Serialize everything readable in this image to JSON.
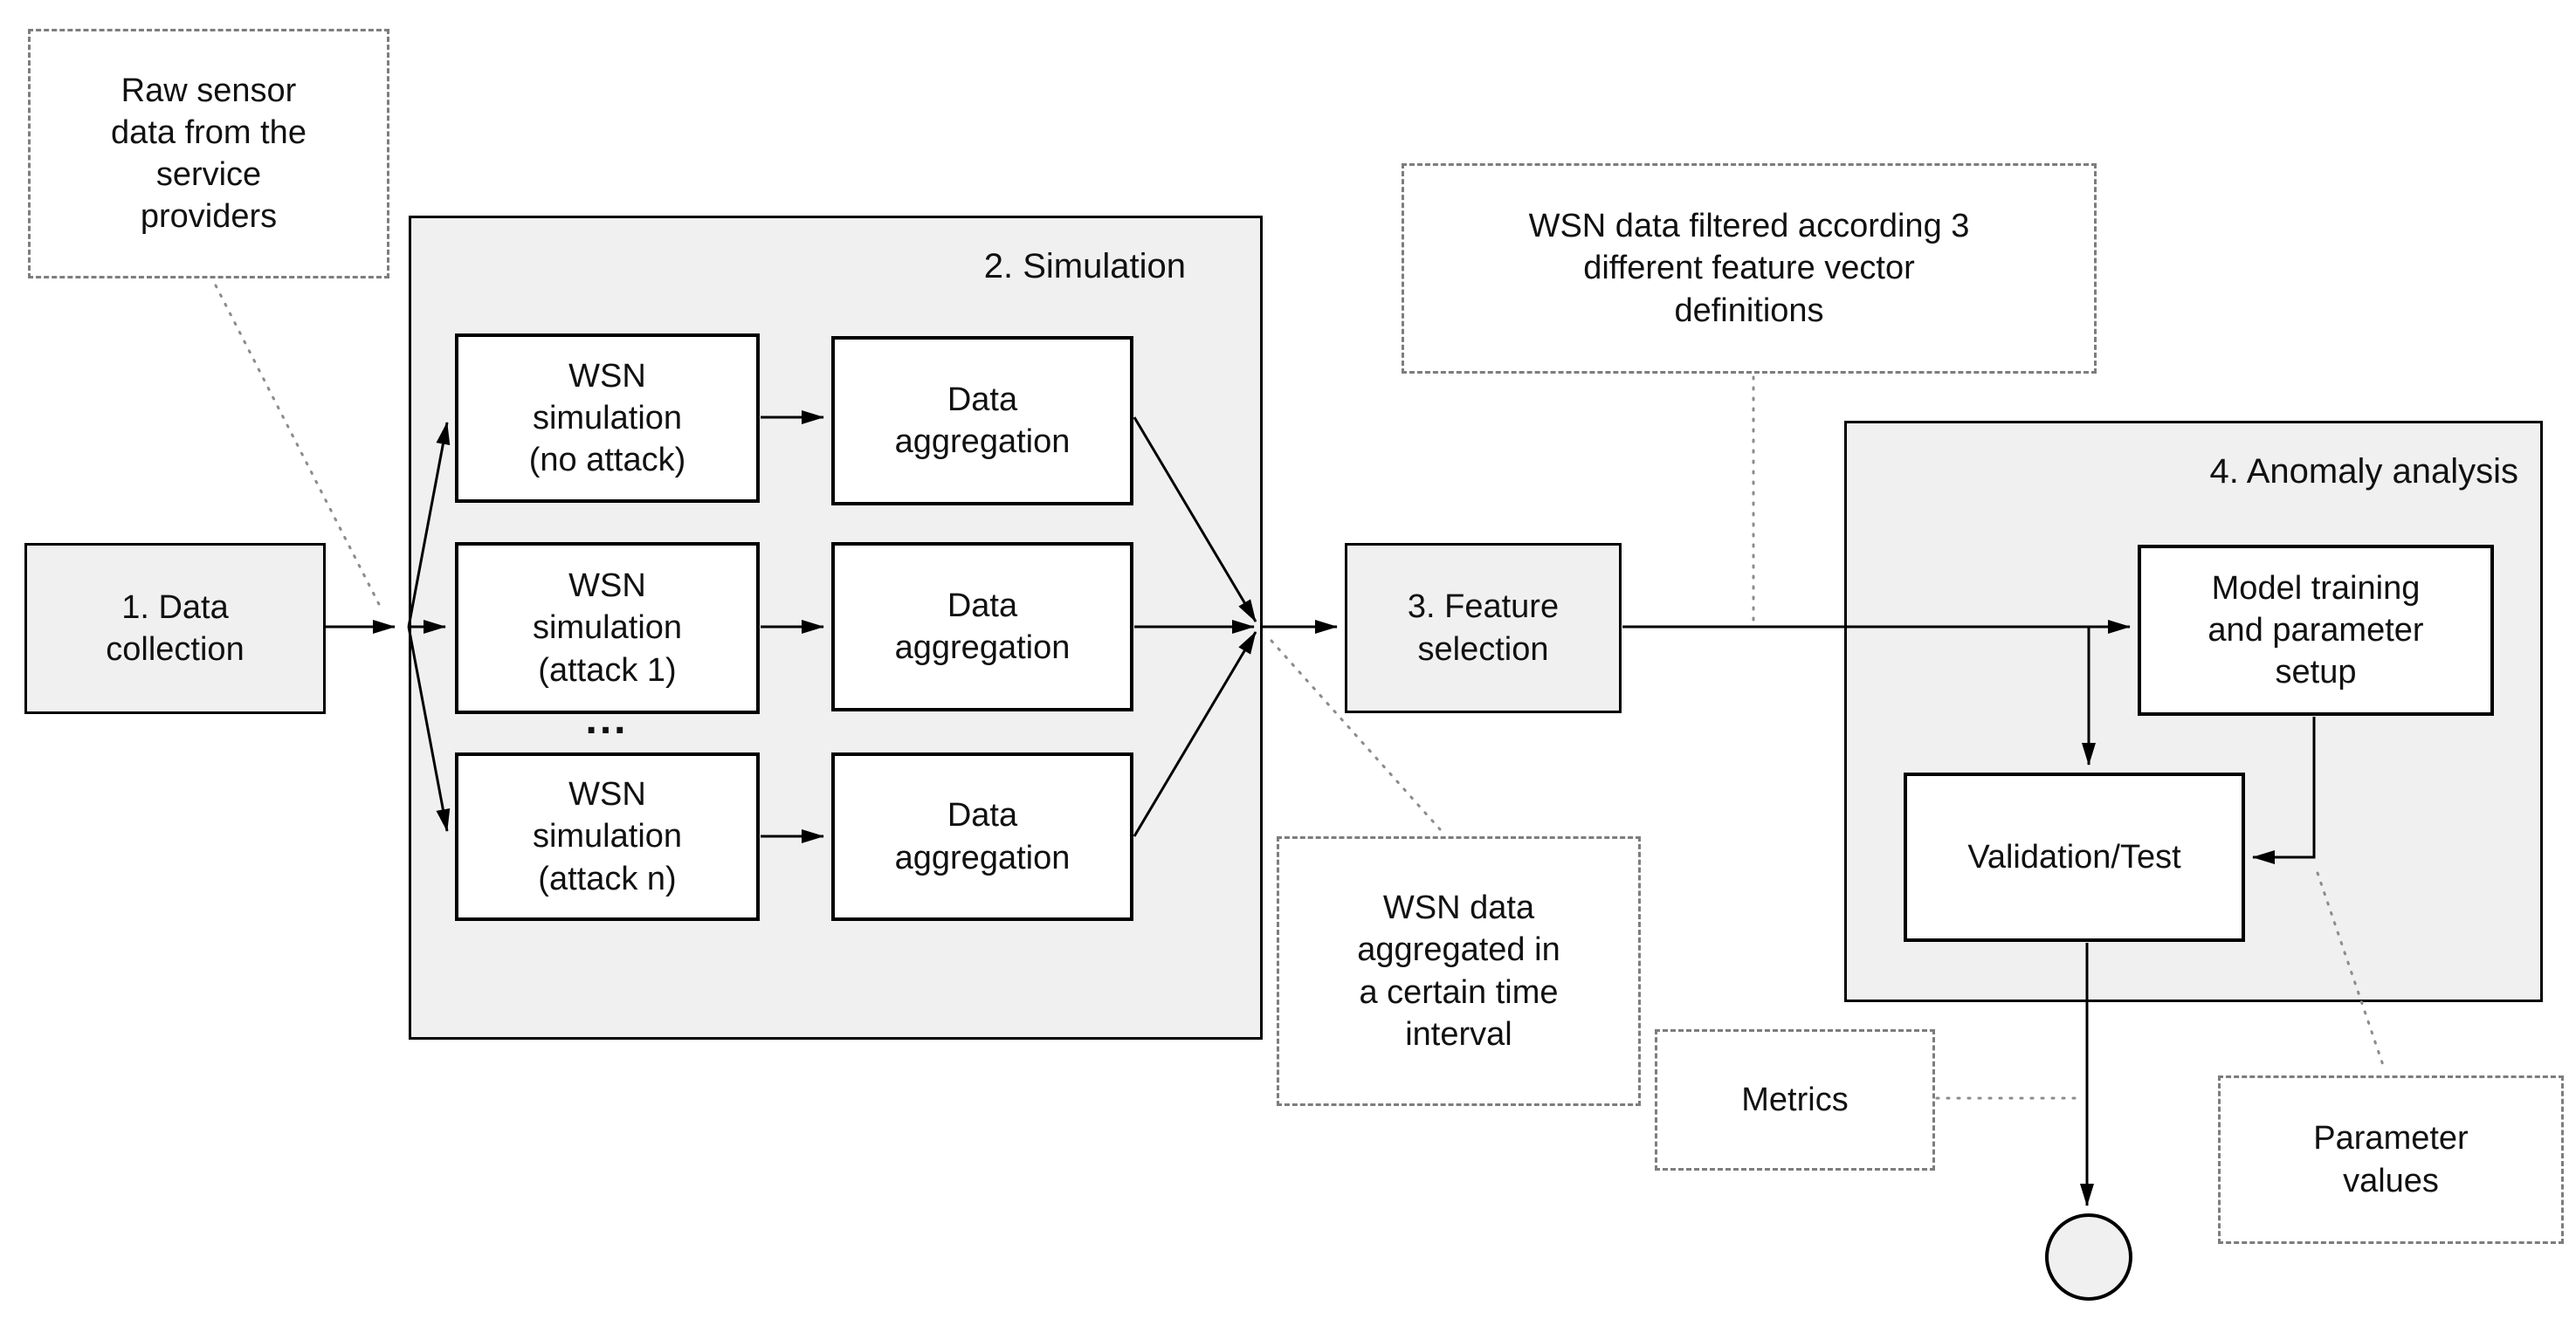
{
  "diagram": {
    "colors": {
      "background": "#ffffff",
      "region_fill": "#f0f0f0",
      "node_fill": "#ffffff",
      "border": "#000000",
      "dashed_border": "#7d7d7d",
      "dotted_connector": "#8c8c8c",
      "text": "#111111"
    },
    "steps": {
      "data_collection": {
        "label": "1. Data\ncollection"
      },
      "feature_selection": {
        "label": "3. Feature\nselection"
      }
    },
    "regions": {
      "simulation": {
        "label": "2. Simulation"
      },
      "anomaly_analysis": {
        "label": "4. Anomaly analysis"
      }
    },
    "nodes": {
      "wsn_sim_no_attack": {
        "label": "WSN\nsimulation\n(no attack)"
      },
      "wsn_sim_attack_1": {
        "label": "WSN\nsimulation\n(attack 1)"
      },
      "wsn_sim_attack_n": {
        "label": "WSN\nsimulation\n(attack n)"
      },
      "data_aggregation_1": {
        "label": "Data\naggregation"
      },
      "data_aggregation_2": {
        "label": "Data\naggregation"
      },
      "data_aggregation_3": {
        "label": "Data\naggregation"
      },
      "model_training": {
        "label": "Model training\nand parameter\nsetup"
      },
      "validation_test": {
        "label": "Validation/Test"
      }
    },
    "ellipsis": "...",
    "annotations": {
      "raw_sensor": {
        "label": "Raw sensor\ndata from the\nservice\nproviders"
      },
      "filtered": {
        "label": "WSN data filtered according 3\ndifferent feature vector\ndefinitions"
      },
      "aggregated": {
        "label": "WSN data\naggregated in\na certain time\ninterval"
      },
      "metrics": {
        "label": "Metrics"
      },
      "parameter_values": {
        "label": "Parameter\nvalues"
      }
    },
    "edges": [
      {
        "from": "data-collection",
        "to": "simulation-fan-point",
        "type": "arrow"
      },
      {
        "from": "simulation-fan-point",
        "to": "wsn-sim-no-attack",
        "type": "arrow"
      },
      {
        "from": "simulation-fan-point",
        "to": "wsn-sim-attack-1",
        "type": "arrow"
      },
      {
        "from": "simulation-fan-point",
        "to": "wsn-sim-attack-n",
        "type": "arrow"
      },
      {
        "from": "wsn-sim-no-attack",
        "to": "data-aggregation-1",
        "type": "arrow"
      },
      {
        "from": "wsn-sim-attack-1",
        "to": "data-aggregation-2",
        "type": "arrow"
      },
      {
        "from": "wsn-sim-attack-n",
        "to": "data-aggregation-3",
        "type": "arrow"
      },
      {
        "from": "data-aggregation-1",
        "to": "simulation-merge-point",
        "type": "arrow"
      },
      {
        "from": "data-aggregation-2",
        "to": "simulation-merge-point",
        "type": "arrow"
      },
      {
        "from": "data-aggregation-3",
        "to": "simulation-merge-point",
        "type": "arrow"
      },
      {
        "from": "simulation-merge-point",
        "to": "feature-selection",
        "type": "arrow"
      },
      {
        "from": "feature-selection",
        "to": "model-training",
        "type": "arrow"
      },
      {
        "from": "feature-selection-arrow",
        "to": "validation-test",
        "type": "arrow"
      },
      {
        "from": "model-training",
        "to": "validation-test",
        "type": "arrow"
      },
      {
        "from": "validation-test",
        "to": "end-terminal",
        "type": "arrow"
      },
      {
        "from": "raw-sensor-note",
        "to": "data-collection-arrow",
        "type": "dotted"
      },
      {
        "from": "filtered-note",
        "to": "feature-selection-arrow",
        "type": "dotted"
      },
      {
        "from": "simulation-merge-point",
        "to": "aggregated-note",
        "type": "dotted"
      },
      {
        "from": "metrics-note",
        "to": "validation-end-arrow",
        "type": "dotted"
      },
      {
        "from": "model-validation-arrow",
        "to": "parameter-values-note",
        "type": "dotted"
      }
    ]
  }
}
